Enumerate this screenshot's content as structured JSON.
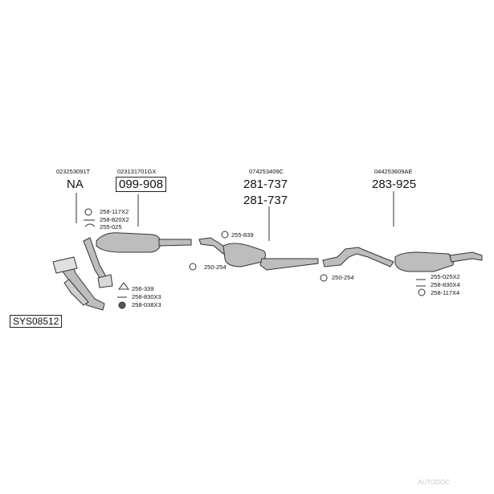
{
  "oem_numbers": [
    "023253091T",
    "023131701GX",
    "074253409C",
    "044253609AE"
  ],
  "part_numbers": {
    "na": "NA",
    "cat": "099-908",
    "mid_1": "281-737",
    "mid_2": "281-737",
    "rear": "283-925"
  },
  "small_parts": {
    "front_1": "258-117X2",
    "front_2": "258-820X2",
    "front_3": "255-025",
    "mid_clamp": "255-839",
    "mid_gasket": "250-254",
    "rear_gasket": "250-254",
    "manifold_1": "256-339",
    "manifold_2": "258-830X3",
    "manifold_3": "258-038X3",
    "rear_1": "255-025X2",
    "rear_2": "258-830X4",
    "rear_3": "258-117X4"
  },
  "system_code": "SYS08512",
  "watermark": "AUTODOC"
}
